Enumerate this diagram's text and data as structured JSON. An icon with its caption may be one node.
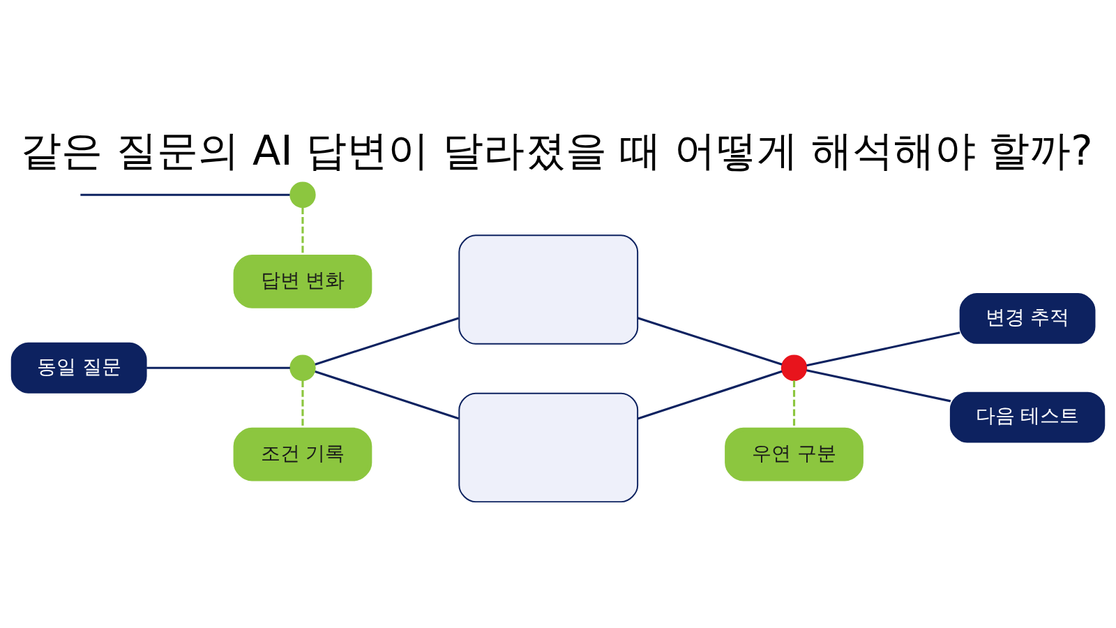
{
  "diagram": {
    "title": "같은 질문의 AI 답변이 달라졌을 때 어떻게 해석해야 할까?",
    "nodes": [
      {
        "text": [
          "동일 질문"
        ]
      },
      {
        "text": [],
        "shape": "circle"
      },
      {
        "text": [],
        "shape": "box"
      },
      {
        "text": [],
        "shape": "box"
      },
      {
        "text": [],
        "shape": "circle"
      },
      {
        "text": [
          "변경 추적"
        ]
      },
      {
        "text": [
          "다음 테스트"
        ]
      },
      {
        "text": [],
        "shape": "circle"
      },
      {
        "text": [
          "조건 기록"
        ]
      },
      {
        "text": [
          "우연 구분"
        ]
      },
      {
        "text": [
          "답변 변화"
        ]
      }
    ],
    "edges": [
      {
        "from": 0,
        "to": 1,
        "arrow": "none"
      },
      {
        "from": 1,
        "to": 2,
        "arrow": "none"
      },
      {
        "from": 1,
        "to": 3,
        "arrow": "none"
      },
      {
        "from": 2,
        "to": 4,
        "arrow": "none"
      },
      {
        "from": 3,
        "to": 4,
        "arrow": "none"
      },
      {
        "from": 4,
        "to": 5,
        "arrow": "none"
      },
      {
        "from": 4,
        "to": 6,
        "arrow": "none"
      },
      {
        "from": null,
        "to": 7,
        "arrow": "none"
      },
      {
        "from": 1,
        "to": 8,
        "arrow": "none",
        "style": "dashed",
        "color": "#8cc63f"
      },
      {
        "from": 4,
        "to": 9,
        "arrow": "none",
        "style": "dashed",
        "color": "#8cc63f"
      },
      {
        "from": 7,
        "to": 10,
        "arrow": "none",
        "style": "dashed",
        "color": "#8cc63f"
      }
    ]
  }
}
